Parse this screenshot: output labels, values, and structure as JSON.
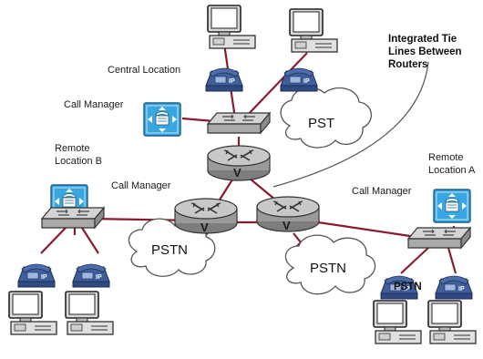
{
  "labels": {
    "central_location": "Central Location",
    "call_manager_central": "Call Manager",
    "remote_b": [
      "Remote",
      "Location B"
    ],
    "call_manager_b": "Call Manager",
    "remote_a": [
      "Remote",
      "Location A"
    ],
    "call_manager_a": "Call Manager",
    "tie_lines": [
      "Integrated Tie",
      "Lines Between",
      "Routers"
    ],
    "cloud_pst": "PST",
    "cloud_pstn_left": "PSTN",
    "cloud_pstn_right": "PSTN",
    "pstn_overlay": "PSTN",
    "router_mark": "V",
    "phone_mark": "IP"
  },
  "colors": {
    "link": "#8b1a2e",
    "cloud_stroke": "#555555",
    "call_manager": "#3aa6e0",
    "phone": "#3f5f9c",
    "router": "#9a9a9a",
    "switch": "#b5b5b5"
  }
}
